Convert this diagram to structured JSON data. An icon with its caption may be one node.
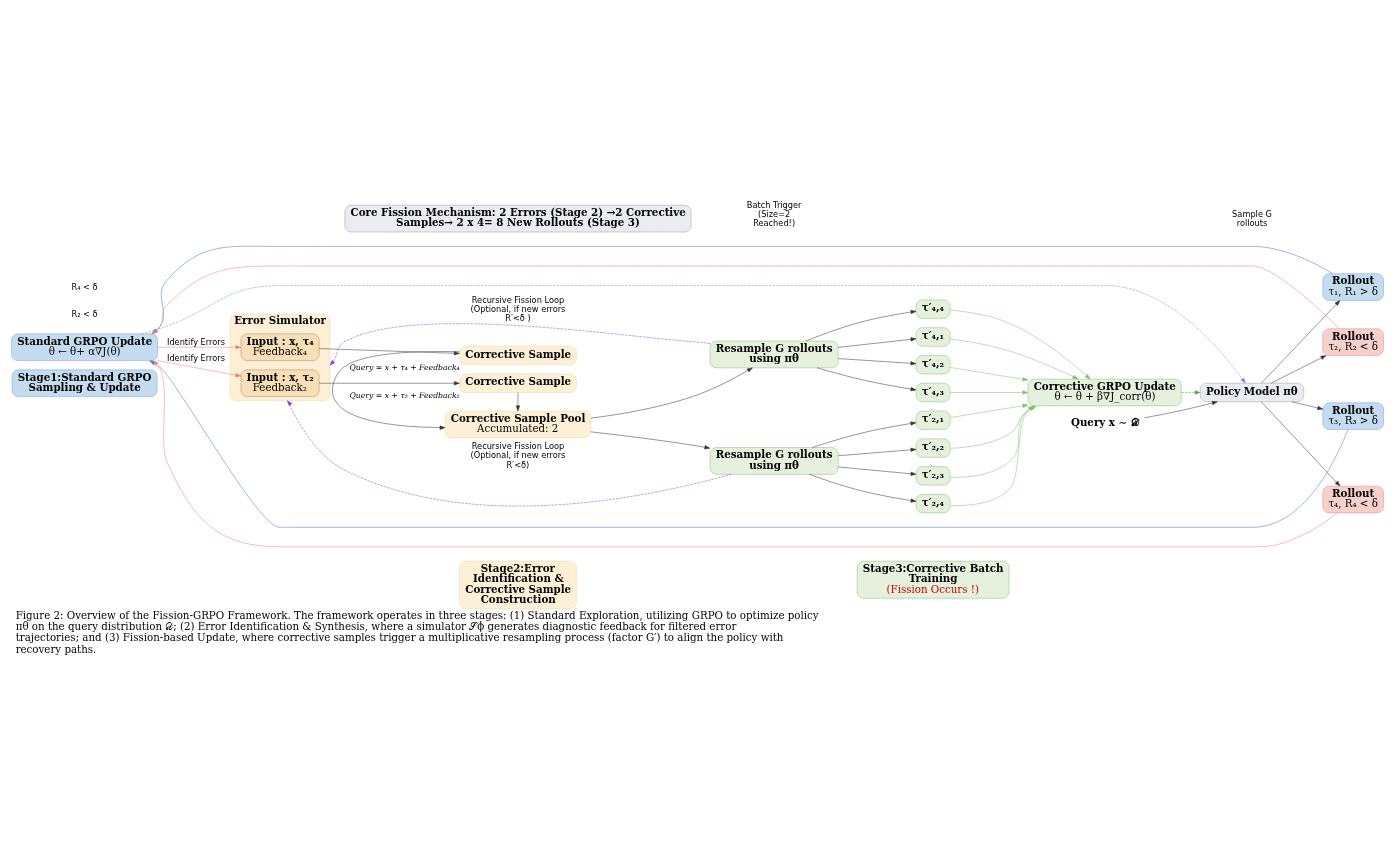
{
  "diagram": {
    "caption": "Figure 2: Overview of the Fission-GRPO Framework. The framework operates in three stages: (1) Standard Exploration, utilizing GRPO to optimize policy πθ on the query distribution 𝒟; (2) Error Identification & Synthesis, where a simulator 𝒮ϕ generates diagnostic feedback for filtered error trajectories; and (3) Fission-based Update, where corrective samples trigger a multiplicative resampling process (factor G′) to align the policy with recovery paths.",
    "nodes": [
      {
        "text": [
          "Stage1:Standard GRPO Sampling & Update"
        ]
      },
      {
        "text": [
          "Stage2:Error Identification & Corrective Sample Construction"
        ]
      },
      {
        "text": [
          "Stage3:Corrective Batch Training",
          "(Fission Occurs !)"
        ]
      },
      {
        "text": [
          "Query x ∼ 𝒟"
        ]
      },
      {
        "text": [
          "Policy Model πθ"
        ]
      },
      {
        "text": [
          "Rollout",
          "τ₁, R₁ > δ"
        ]
      },
      {
        "text": [
          "Rollout",
          "τ₂, R₂ < δ"
        ]
      },
      {
        "text": [
          "Rollout",
          "τ₃, R₃ > δ"
        ]
      },
      {
        "text": [
          "Rollout",
          "τ₄, R₄ < δ"
        ]
      },
      {
        "text": [
          "Standard GRPO Update",
          "θ ← θ+ α∇J(θ)"
        ]
      },
      {
        "text": [
          "Error Simulator"
        ]
      },
      {
        "text": [
          "Input : x, τ₂",
          "Feedback₂"
        ],
        "in": 10
      },
      {
        "text": [
          "Input : x, τ₄",
          "Feedback₄"
        ],
        "in": 10
      },
      {
        "text": [
          "Corrective Sample"
        ],
        "beside": [
          "Query = x + τ₂ + Feedback₂"
        ]
      },
      {
        "text": [
          "Corrective Sample Pool",
          "Accumulated: 2"
        ]
      },
      {
        "text": [
          "Corrective Sample"
        ],
        "beside": [
          "Query = x + τ₄ + Feedback₄"
        ]
      },
      {
        "text": [
          "Resample G rollouts using πθ"
        ]
      },
      {
        "text": [
          "Resample G rollouts using πθ"
        ]
      },
      {
        "text": [
          "τ′₂,₁"
        ]
      },
      {
        "text": [
          "τ′₂,₂"
        ]
      },
      {
        "text": [
          "τ′₂,₃"
        ]
      },
      {
        "text": [
          "τ′₂,₄"
        ]
      },
      {
        "text": [
          "τ′₄,₁"
        ]
      },
      {
        "text": [
          "τ′₄,₂"
        ]
      },
      {
        "text": [
          "τ′₄,₃"
        ]
      },
      {
        "text": [
          "τ′₄,₄"
        ]
      },
      {
        "text": [
          "Corrective GRPO Update",
          "θ ← θ + β∇J_corr(θ)"
        ]
      },
      {
        "text": [
          "Core Fission Mechanism: 2 Errors (Stage 2) →2 Corrective Samples→ 2 x 4= 8 New Rollouts (Stage 3)"
        ]
      }
    ],
    "edges": [
      {
        "from": 3,
        "to": 4,
        "arrow": "to"
      },
      {
        "from": 4,
        "to": 5,
        "arrow": "to"
      },
      {
        "from": 4,
        "to": 6,
        "arrow": "to"
      },
      {
        "from": 4,
        "to": 7,
        "arrow": "to"
      },
      {
        "from": 4,
        "to": 8,
        "arrow": "to"
      },
      {
        "from": 5,
        "to": 9,
        "arrow": "to",
        "color": "#4472c4"
      },
      {
        "from": 6,
        "to": 9,
        "arrow": "to",
        "color": "#e8807a"
      },
      {
        "from": 7,
        "to": 9,
        "arrow": "to",
        "color": "#4472c4"
      },
      {
        "from": 8,
        "to": 9,
        "arrow": "to",
        "color": "#e8807a"
      },
      {
        "from": 9,
        "to": 11,
        "arrow": "to",
        "label": "Identify Errors",
        "color": "#e8807a"
      },
      {
        "from": 9,
        "to": 12,
        "arrow": "to",
        "label": "Identify Errors",
        "color": "#e8807a"
      },
      {
        "from": 11,
        "to": 13,
        "arrow": "to"
      },
      {
        "from": 12,
        "to": 15,
        "arrow": "to"
      },
      {
        "from": 13,
        "to": 14,
        "arrow": "to"
      },
      {
        "from": 15,
        "to": 14,
        "arrow": "to"
      },
      {
        "from": 14,
        "to": 16,
        "arrow": "to"
      },
      {
        "from": 14,
        "to": 17,
        "arrow": "to"
      },
      {
        "from": 16,
        "to": 18,
        "arrow": "to"
      },
      {
        "from": 16,
        "to": 19,
        "arrow": "to"
      },
      {
        "from": 16,
        "to": 20,
        "arrow": "to"
      },
      {
        "from": 16,
        "to": 21,
        "arrow": "to"
      },
      {
        "from": 17,
        "to": 22,
        "arrow": "to"
      },
      {
        "from": 17,
        "to": 23,
        "arrow": "to"
      },
      {
        "from": 17,
        "to": 24,
        "arrow": "to"
      },
      {
        "from": 17,
        "to": 25,
        "arrow": "to"
      },
      {
        "from": 18,
        "to": 26,
        "arrow": "to",
        "color": "#7cc36a"
      },
      {
        "from": 19,
        "to": 26,
        "arrow": "to",
        "color": "#7cc36a"
      },
      {
        "from": 20,
        "to": 26,
        "arrow": "to",
        "color": "#7cc36a"
      },
      {
        "from": 21,
        "to": 26,
        "arrow": "to",
        "color": "#7cc36a"
      },
      {
        "from": 22,
        "to": 26,
        "arrow": "to",
        "color": "#7cc36a"
      },
      {
        "from": 23,
        "to": 26,
        "arrow": "to",
        "color": "#7cc36a"
      },
      {
        "from": 24,
        "to": 26,
        "arrow": "to",
        "color": "#7cc36a"
      },
      {
        "from": 25,
        "to": 26,
        "arrow": "to",
        "color": "#7cc36a"
      },
      {
        "from": 16,
        "to": 10,
        "arrow": "to",
        "style": "dashed",
        "color": "#8a3fd1",
        "label": "Recursive Fission Loop (Optional, if new errors R′<δ)"
      },
      {
        "from": 17,
        "to": 10,
        "arrow": "to",
        "style": "dashed",
        "color": "#8a3fd1",
        "label": "Recursive Fission Loop (Optional, if new errors R′<δ )"
      },
      {
        "from": 9,
        "to": 4,
        "arrow": "to",
        "style": "dashed",
        "color": "#6f8fc8"
      },
      {
        "from": 26,
        "to": 4,
        "arrow": "to",
        "style": "dashed",
        "color": "#5aa04a"
      }
    ],
    "labels": [
      "Sample G rollouts",
      "R₂ < δ",
      "R₄ < δ",
      "Batch Trigger (Size=2 Reached!)"
    ]
  }
}
